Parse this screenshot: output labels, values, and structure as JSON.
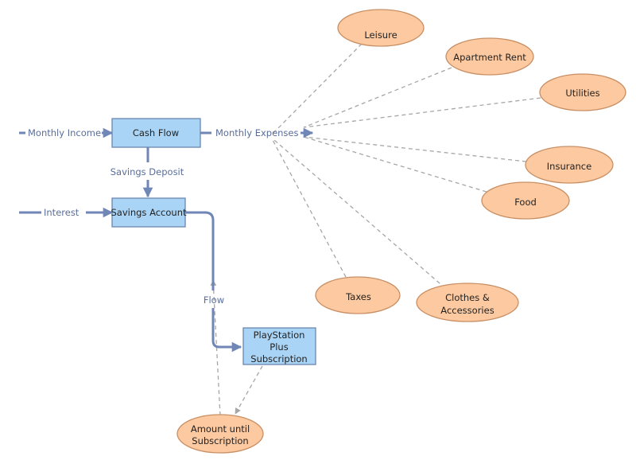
{
  "colors": {
    "stock_fill": "#aad4f5",
    "stock_stroke": "#6a86ad",
    "variable_fill": "#fdc9a0",
    "variable_stroke": "#c88f64",
    "flow_line": "#6f86b6",
    "dashed_line": "#a6a6a6",
    "label_text": "#5a6e9a"
  },
  "stocks": {
    "cash_flow": "Cash Flow",
    "savings_account": "Savings Account",
    "playstation": [
      "PlayStation",
      "Plus",
      "Subscription"
    ]
  },
  "flows": {
    "monthly_income": "Monthly Income",
    "monthly_expenses": "Monthly Expenses",
    "savings_deposit": "Savings Deposit",
    "interest": "Interest",
    "flow": "Flow"
  },
  "variables": {
    "leisure": "Leisure",
    "apartment_rent": "Apartment Rent",
    "utilities": "Utilities",
    "insurance": "Insurance",
    "food": "Food",
    "taxes": "Taxes",
    "clothes": [
      "Clothes &",
      "Accessories"
    ],
    "amount_until": [
      "Amount until",
      "Subscription"
    ]
  }
}
